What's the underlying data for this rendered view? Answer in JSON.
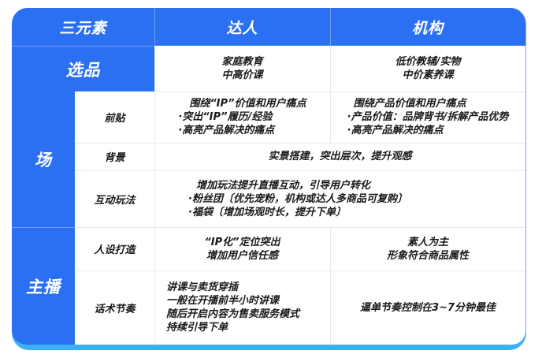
{
  "header": {
    "col_element": "三元素",
    "col_influencer": "达人",
    "col_institution": "机构"
  },
  "rows": {
    "selection": {
      "label": "选品",
      "influencer": [
        "家庭教育",
        "中高价课"
      ],
      "institution": [
        "低价教辅/实物",
        "中价素养课"
      ]
    },
    "scene": {
      "label": "场",
      "pre_roll": {
        "label": "前贴",
        "influencer": [
          "围绕“IP”价值和用户痛点",
          "·突出“IP”履历/经验",
          "·高亮产品解决的痛点"
        ],
        "institution": [
          "围绕产品价值和用户痛点",
          "·产品价值：品牌背书/拆解产品优势",
          "·高亮产品解决的痛点"
        ]
      },
      "background": {
        "label": "背景",
        "shared": "实景搭建，突出层次，提升观感"
      },
      "interaction": {
        "label": "互动玩法",
        "shared": [
          "增加玩法提升直播互动，引导用户转化",
          "·粉丝团〔优先宠粉，机构或达人多商品可复购〕",
          "·福袋〔增加场观时长，提升下单〕"
        ]
      }
    },
    "anchor": {
      "label": "主播",
      "persona": {
        "label": "人设打造",
        "influencer": [
          "“IP化”定位突出",
          "增加用户信任感"
        ],
        "institution": [
          "素人为主",
          "形象符合商品属性"
        ]
      },
      "script_rhythm": {
        "label": "话术节奏",
        "influencer": [
          "讲课与卖货穿插",
          "一般在开播前半小时讲课",
          "随后开启内容为售卖服务模式",
          "持续引导下单"
        ],
        "institution": [
          "逼单节奏控制在3~7分钟最佳"
        ]
      }
    }
  },
  "colors": {
    "primary_blue": "#2b6ff2",
    "bottom_accent": "#3bb0f5",
    "text": "#1a1a1a",
    "grid": "#e6eaf0"
  }
}
